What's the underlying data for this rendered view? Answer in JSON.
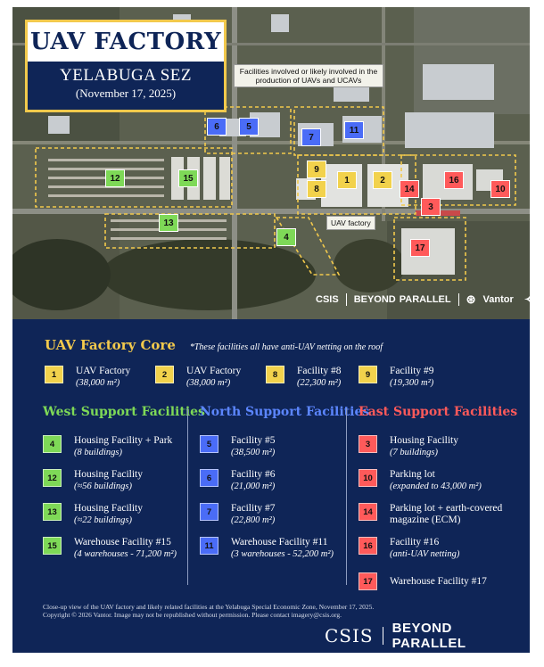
{
  "map": {
    "title": "UAV FACTORY",
    "subtitle": "YELABUGA SEZ",
    "date": "(November 17, 2025)",
    "callout": "Facilities involved or likely involved in the production of UAVs and UCAVs",
    "uav_factory_callout": "UAV factory",
    "markers": [
      {
        "id": "1",
        "color": "yellow"
      },
      {
        "id": "2",
        "color": "yellow"
      },
      {
        "id": "8",
        "color": "yellow"
      },
      {
        "id": "9",
        "color": "yellow"
      },
      {
        "id": "4",
        "color": "green"
      },
      {
        "id": "12",
        "color": "green"
      },
      {
        "id": "13",
        "color": "green"
      },
      {
        "id": "15",
        "color": "green"
      },
      {
        "id": "5",
        "color": "blue"
      },
      {
        "id": "6",
        "color": "blue"
      },
      {
        "id": "7",
        "color": "blue"
      },
      {
        "id": "11",
        "color": "blue"
      },
      {
        "id": "3",
        "color": "red"
      },
      {
        "id": "10",
        "color": "red"
      },
      {
        "id": "14",
        "color": "red"
      },
      {
        "id": "16",
        "color": "red"
      },
      {
        "id": "17",
        "color": "red"
      }
    ],
    "credits": {
      "csis": "CSIS",
      "beyond": "BEYOND",
      "parallel": "PARALLEL",
      "vantor": "Vantor"
    }
  },
  "legend": {
    "core": {
      "heading": "UAV Factory Core",
      "note": "*These facilities all have anti-UAV netting on the roof",
      "items": [
        {
          "id": "1",
          "name": "UAV Factory",
          "detail": "(38,000 m²)"
        },
        {
          "id": "2",
          "name": "UAV Factory",
          "detail": "(38,000 m²)"
        },
        {
          "id": "8",
          "name": "Facility #8",
          "detail": "(22,300 m²)"
        },
        {
          "id": "9",
          "name": "Facility #9",
          "detail": "(19,300 m²)"
        }
      ]
    },
    "west": {
      "heading": "West Support Facilities",
      "items": [
        {
          "id": "4",
          "name": "Housing Facility + Park",
          "detail": "(8 buildings)"
        },
        {
          "id": "12",
          "name": "Housing Facility",
          "detail": "(≈56 buildings)"
        },
        {
          "id": "13",
          "name": "Housing Facility",
          "detail": "(≈22 buildings)"
        },
        {
          "id": "15",
          "name": "Warehouse Facility #15",
          "detail": "(4 warehouses - 71,200 m²)"
        }
      ]
    },
    "north": {
      "heading": "North Support Facilities",
      "items": [
        {
          "id": "5",
          "name": "Facility #5",
          "detail": "(38,500 m²)"
        },
        {
          "id": "6",
          "name": "Facility #6",
          "detail": "(21,000 m²)"
        },
        {
          "id": "7",
          "name": "Facility #7",
          "detail": "(22,800 m²)"
        },
        {
          "id": "11",
          "name": "Warehouse Facility #11",
          "detail": "(3 warehouses - 52,200 m²)"
        }
      ]
    },
    "east": {
      "heading": "East Support Facilities",
      "items": [
        {
          "id": "3",
          "name": "Housing Facility",
          "detail": "(7 buildings)"
        },
        {
          "id": "10",
          "name": "Parking lot",
          "detail": "(expanded to 43,000 m²)"
        },
        {
          "id": "14",
          "name": "Parking lot + earth-covered magazine (ECM)",
          "detail": ""
        },
        {
          "id": "16",
          "name": "Facility #16",
          "detail": "(anti-UAV netting)"
        },
        {
          "id": "17",
          "name": "Warehouse Facility #17",
          "detail": ""
        }
      ]
    },
    "footnote_1": "Close-up view of the UAV factory and likely related facilities at the Yelabuga Special Economic Zone, November 17, 2025.",
    "footnote_2": "Copyright © 2026 Vantor. Image may not be republished without permission. Please contact imagery@csis.org.",
    "brand_csis": "CSIS",
    "brand_bp": "BEYOND PARALLEL"
  },
  "colors": {
    "navy": "#0f2557",
    "yellow": "#f2d24c",
    "green": "#7ed957",
    "blue": "#4a6cf7",
    "red": "#ff5a5a",
    "gold": "#f2c94c"
  }
}
